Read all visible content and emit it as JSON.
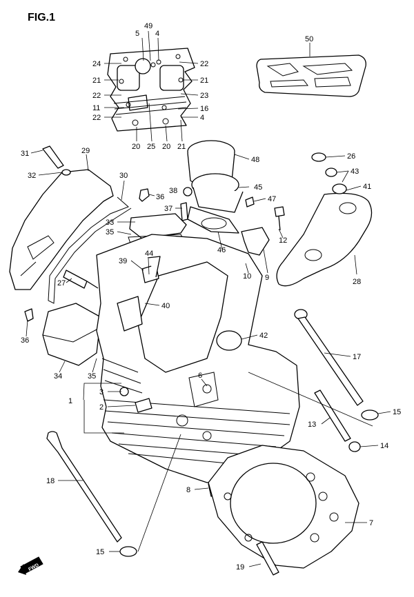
{
  "figure": {
    "title": "FIG.1",
    "direction_marker": "FWD"
  },
  "callouts": {
    "c1": "1",
    "c2": "2",
    "c3": "3",
    "c4a": "4",
    "c4b": "4",
    "c5": "5",
    "c6": "6",
    "c7": "7",
    "c8": "8",
    "c9": "9",
    "c10": "10",
    "c11": "11",
    "c12": "12",
    "c13": "13",
    "c14": "14",
    "c15a": "15",
    "c15b": "15",
    "c16": "16",
    "c17": "17",
    "c18": "18",
    "c19": "19",
    "c20a": "20",
    "c20b": "20",
    "c21a": "21",
    "c21b": "21",
    "c21c": "21",
    "c22a": "22",
    "c22b": "22",
    "c22c": "22",
    "c23": "23",
    "c24": "24",
    "c25": "25",
    "c26": "26",
    "c27": "27",
    "c28": "28",
    "c29": "29",
    "c30": "30",
    "c31": "31",
    "c32": "32",
    "c33": "33",
    "c34": "34",
    "c35a": "35",
    "c35b": "35",
    "c36a": "36",
    "c36b": "36",
    "c37": "37",
    "c38": "38",
    "c39": "39",
    "c40": "40",
    "c41": "41",
    "c42": "42",
    "c43": "43",
    "c44": "44",
    "c45": "45",
    "c46": "46",
    "c47": "47",
    "c48": "48",
    "c49": "49",
    "c50": "50"
  }
}
